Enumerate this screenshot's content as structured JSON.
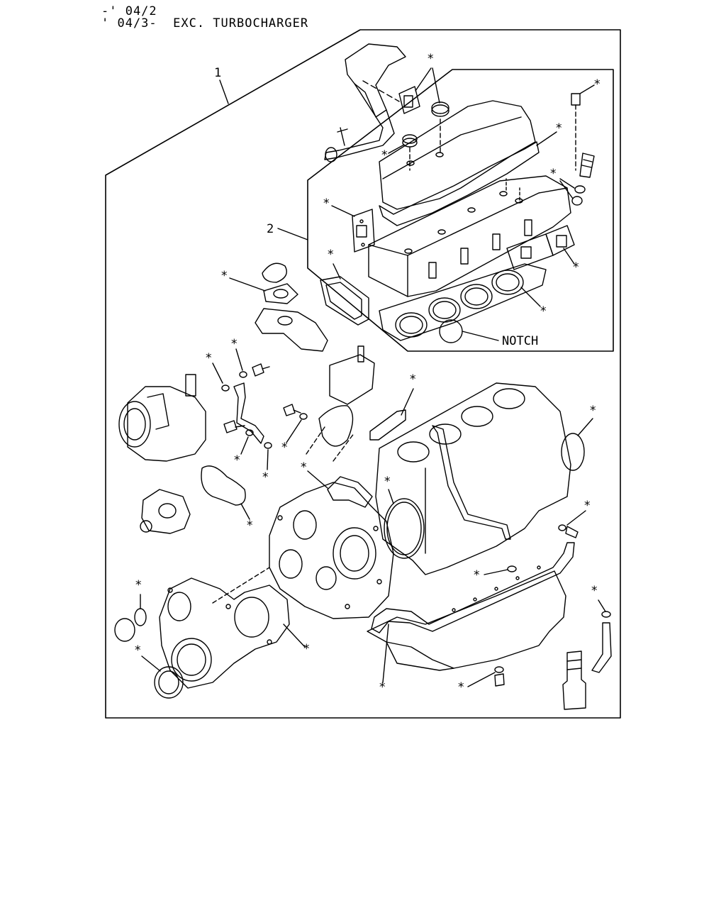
{
  "header": {
    "line1": "-' 04/2",
    "line2": "' 04/3-  EXC. TURBOCHARGER"
  },
  "callouts": {
    "kit_1": "1",
    "kit_2": "2",
    "notch": "NOTCH",
    "kit_mark": "*"
  },
  "colors": {
    "line": "#000000",
    "background": "#ffffff"
  }
}
